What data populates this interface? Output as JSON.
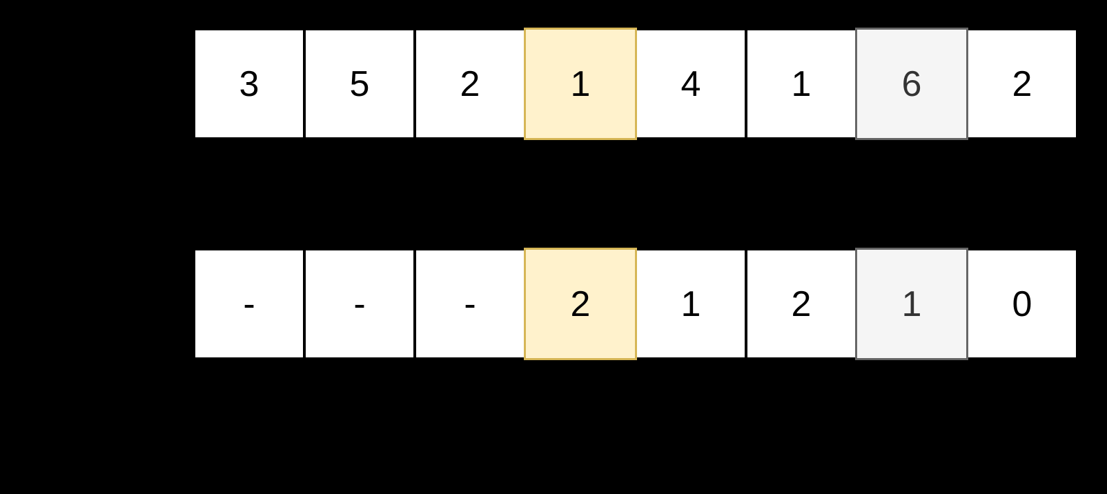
{
  "colors": {
    "background": "#000000",
    "cell_fill": "#ffffff",
    "cell_text": "#000000",
    "highlight_yellow_fill": "#FFF2CC",
    "highlight_yellow_border": "#D6B656",
    "highlight_gray_fill": "#F5F5F5",
    "highlight_gray_border": "#666666",
    "highlight_gray_text": "#333333"
  },
  "rows": [
    {
      "name": "top-array",
      "cells": [
        {
          "value": "3",
          "style": "plain"
        },
        {
          "value": "5",
          "style": "plain"
        },
        {
          "value": "2",
          "style": "plain"
        },
        {
          "value": "1",
          "style": "highlight-yellow"
        },
        {
          "value": "4",
          "style": "plain"
        },
        {
          "value": "1",
          "style": "plain"
        },
        {
          "value": "6",
          "style": "highlight-gray"
        },
        {
          "value": "2",
          "style": "plain"
        }
      ]
    },
    {
      "name": "bottom-array",
      "cells": [
        {
          "value": "-",
          "style": "plain"
        },
        {
          "value": "-",
          "style": "plain"
        },
        {
          "value": "-",
          "style": "plain"
        },
        {
          "value": "2",
          "style": "highlight-yellow"
        },
        {
          "value": "1",
          "style": "plain"
        },
        {
          "value": "2",
          "style": "plain"
        },
        {
          "value": "1",
          "style": "highlight-gray"
        },
        {
          "value": "0",
          "style": "plain"
        }
      ]
    }
  ]
}
